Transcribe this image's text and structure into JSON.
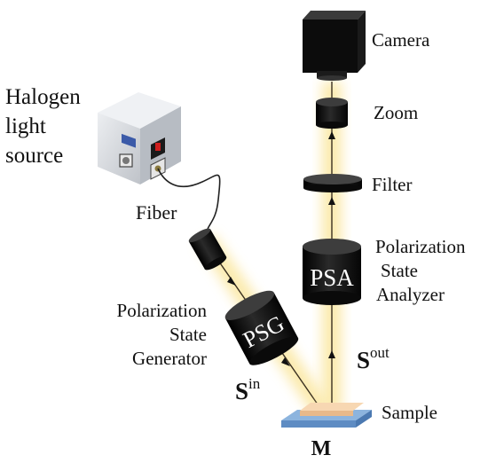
{
  "labels": {
    "source_line1": "Halogen",
    "source_line2": "light",
    "source_line3": "source",
    "fiber": "Fiber",
    "psg_line1": "Polarization",
    "psg_line2": "State",
    "psg_line3": "Generator",
    "psg_body": "PSG",
    "s_in_base": "S",
    "s_in_sup": "in",
    "camera": "Camera",
    "zoom": "Zoom",
    "filter": "Filter",
    "psa_line1": "Polarization",
    "psa_line2": "State",
    "psa_line3": "Analyzer",
    "psa_body": "PSA",
    "s_out_base": "S",
    "s_out_sup": "out",
    "sample": "Sample",
    "m": "M"
  },
  "colors": {
    "beam_glow": "#fbe9a8",
    "beam_line": "#3a3020",
    "component_body": "#111111",
    "component_top": "#3c3c3c",
    "source_box": "#d7d9dd",
    "sample_top": "#f5cfa4",
    "sample_base": "#7fa9d6",
    "source_display": "#cf1f1f"
  },
  "icons": [
    "camera-icon",
    "lens-icon",
    "filter-icon",
    "halogen-source-icon",
    "fiber-coupler-icon",
    "sample-stage-icon"
  ]
}
